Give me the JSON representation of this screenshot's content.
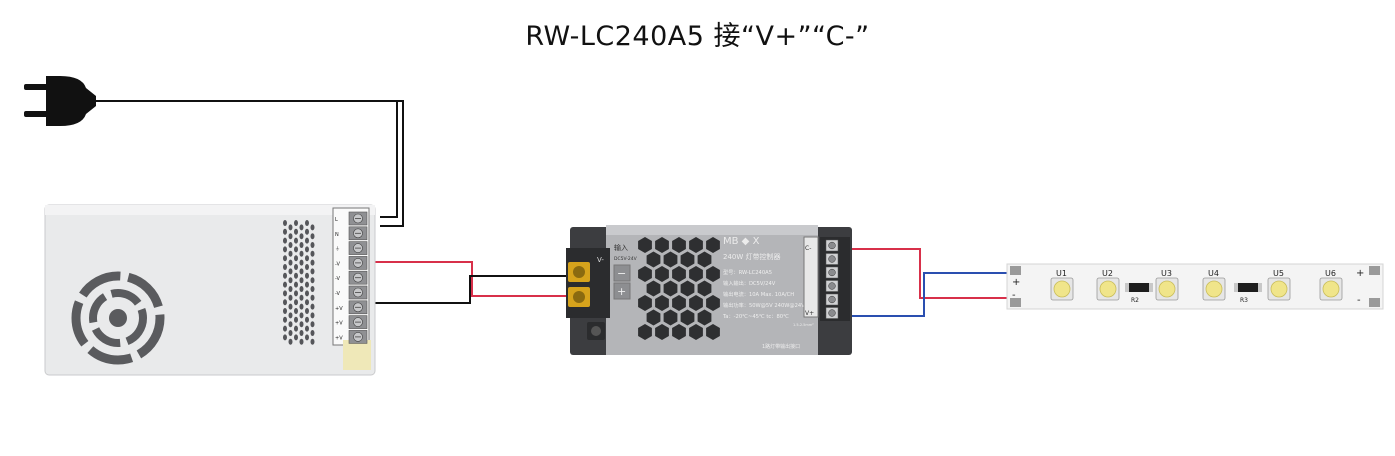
{
  "title": "RW-LC240A5 接“V+”“C-”",
  "colors": {
    "wire_black": "#111111",
    "wire_red": "#d8304a",
    "wire_blue": "#2a4fb0",
    "psu_body": "#e9eaeb",
    "controller_body": "#b4b5b8",
    "terminal_yellow": "#d6a31c",
    "strip_board": "#f4f4f4",
    "led_yellow": "#f0e58a"
  },
  "psu": {
    "terminal_labels": [
      "L",
      "N",
      "⏚",
      "-V",
      "-V",
      "-V",
      "+V",
      "+V",
      "+V"
    ]
  },
  "controller": {
    "brand": "MB",
    "brand_suffix": "X",
    "input_label": "输入",
    "input_sub": "DC5V-24V",
    "vminus": "V-",
    "cminus": "C-",
    "vplus": "V+",
    "model_title": "240W 灯带控制器",
    "spec_lines": [
      "型号：RW-LC240A5",
      "输入输出：DC5V/24V",
      "输出电流：10A Max. 10A/CH",
      "输出功率：50W@5V 240W@24V",
      "Ta：-20℃~45℃  tc：80℃"
    ],
    "bottom_text": "1路灯带输出接口",
    "wire_gauge": "1.5-2.5mm²"
  },
  "strip": {
    "leds": [
      "U1",
      "U2",
      "U3",
      "U4",
      "U5",
      "U6"
    ],
    "resistors": [
      "R2",
      "R3"
    ],
    "plus": "+",
    "minus": "-"
  }
}
